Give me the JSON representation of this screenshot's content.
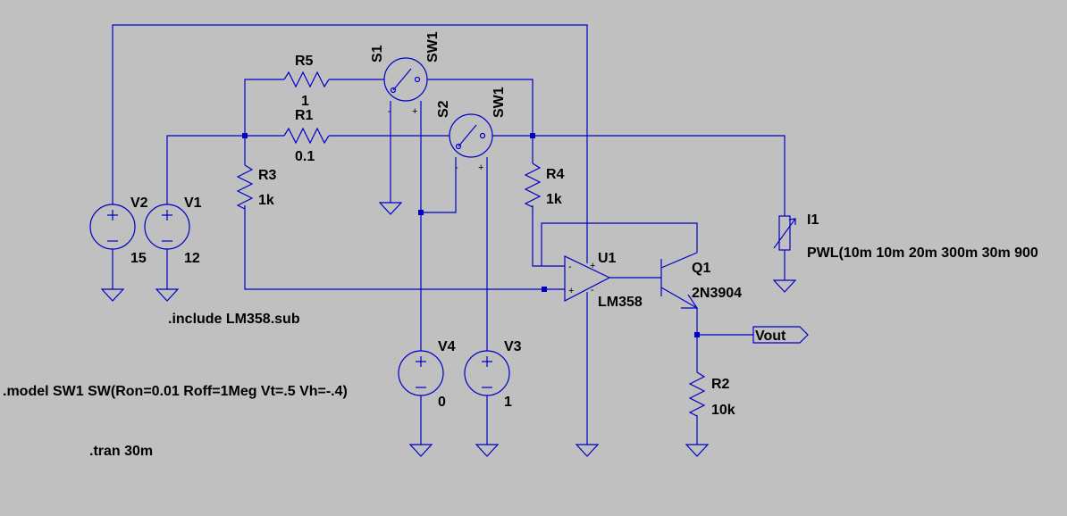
{
  "colors": {
    "background": "#c0c0c0",
    "wire": "#0000c8",
    "text": "#000000"
  },
  "components": {
    "R5": {
      "name": "R5",
      "value": "1"
    },
    "R1": {
      "name": "R1",
      "value": "0.1"
    },
    "R3": {
      "name": "R3",
      "value": "1k"
    },
    "R4": {
      "name": "R4",
      "value": "1k"
    },
    "R2": {
      "name": "R2",
      "value": "10k"
    },
    "S1": {
      "name": "S1",
      "model": "SW1"
    },
    "S2": {
      "name": "S2",
      "model": "SW1"
    },
    "V1": {
      "name": "V1",
      "value": "12"
    },
    "V2": {
      "name": "V2",
      "value": "15"
    },
    "V3": {
      "name": "V3",
      "value": "1"
    },
    "V4": {
      "name": "V4",
      "value": "0"
    },
    "I1": {
      "name": "I1",
      "value": "PWL(10m 10m 20m 300m 30m 900"
    },
    "U1": {
      "name": "U1",
      "value": "LM358"
    },
    "Q1": {
      "name": "Q1",
      "value": "2N3904"
    }
  },
  "net_labels": {
    "vout": "Vout"
  },
  "pin_signs": {
    "plus": "+",
    "minus": "-"
  },
  "directives": {
    "include": ".include LM358.sub",
    "model": ".model SW1 SW(Ron=0.01 Roff=1Meg Vt=.5 Vh=-.4)",
    "tran": ".tran 30m"
  }
}
